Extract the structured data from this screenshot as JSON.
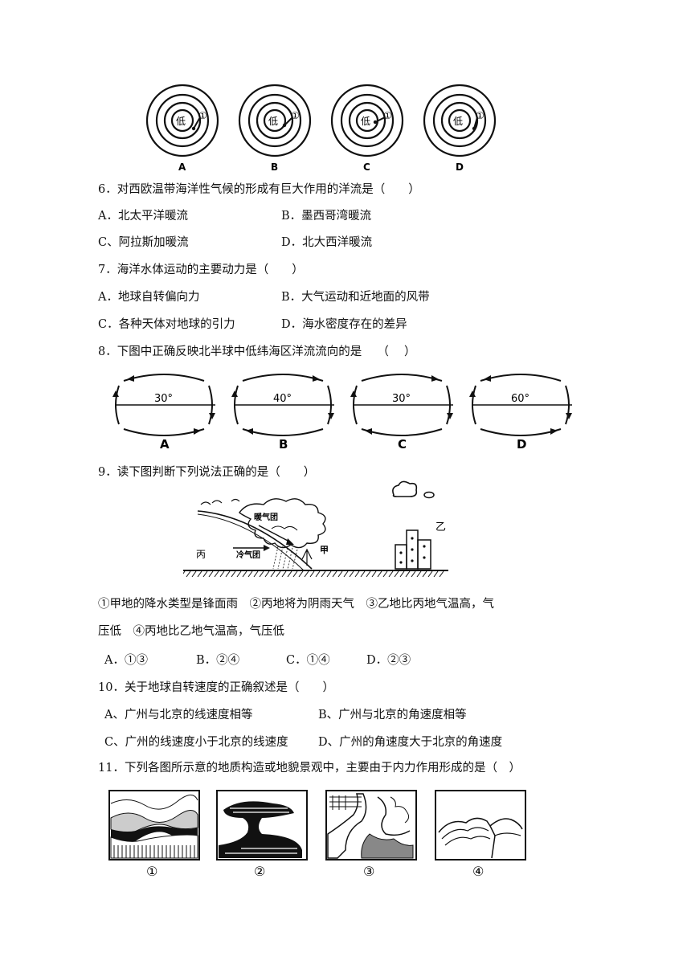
{
  "figure5": {
    "panels": [
      {
        "letter": "A",
        "center": "低",
        "mark": "①"
      },
      {
        "letter": "B",
        "center": "低",
        "mark": "①"
      },
      {
        "letter": "C",
        "center": "低",
        "mark": "①"
      },
      {
        "letter": "D",
        "center": "低",
        "mark": "①"
      }
    ]
  },
  "q6": {
    "stem": "6．对西欧温带海洋性气候的形成有巨大作用的洋流是（　　）",
    "a": "A．北太平洋暖流",
    "b": "B．墨西哥湾暖流",
    "c": "C、阿拉斯加暖流",
    "d": "D．北大西洋暖流"
  },
  "q7": {
    "stem": "7．海洋水体运动的主要动力是（　　）",
    "a": "A．地球自转偏向力",
    "b": "B．大气运动和近地面的风带",
    "c": "C．各种天体对地球的引力",
    "d": "D．海水密度存在的差异"
  },
  "q8": {
    "stem": "8．下图中正确反映北半球中低纬海区洋流流向的是　 （　 ）",
    "panels": [
      {
        "letter": "A",
        "lat": "30°"
      },
      {
        "letter": "B",
        "lat": "40°"
      },
      {
        "letter": "C",
        "lat": "30°"
      },
      {
        "letter": "D",
        "lat": "60°"
      }
    ]
  },
  "q9": {
    "stem": "9．读下图判断下列说法正确的是（　　）",
    "fig": {
      "warm": "暖气团",
      "cold": "冷气团",
      "bing": "丙",
      "jia": "甲",
      "yi": "乙"
    },
    "line1": "①甲地的降水类型是锋面雨　②丙地将为阴雨天气　③乙地比丙地气温高，气",
    "line2": "压低　④丙地比乙地气温高，气压低",
    "a": "A．①③",
    "b": "B．②④",
    "c": "C．①④",
    "d": "D．②③"
  },
  "q10": {
    "stem": "10．关于地球自转速度的正确叙述是（　　）",
    "a": "A、广州与北京的线速度相等",
    "b": "B、广州与北京的角速度相等",
    "c": "C、广州的线速度小于北京的线速度",
    "d": "D、广州的角速度大于北京的角速度"
  },
  "q11": {
    "stem": "11．下列各图所示意的地质构造或地貌景观中，主要由于内力作用形成的是（　）",
    "labels": [
      "①",
      "②",
      "③",
      "④"
    ]
  }
}
